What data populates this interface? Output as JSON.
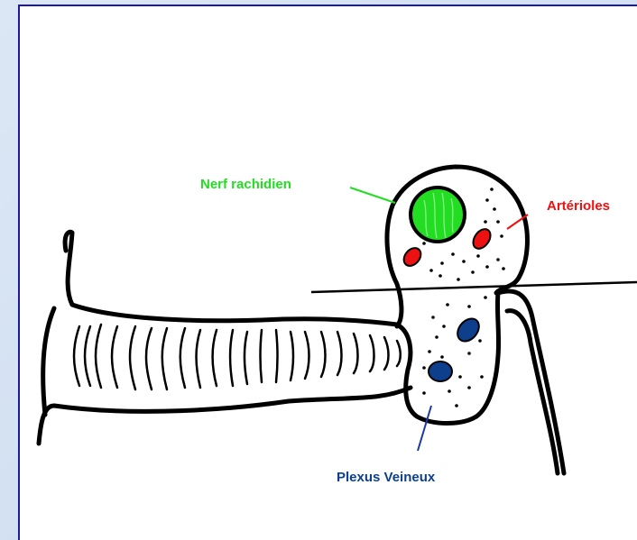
{
  "labels": {
    "nerve": "Nerf rachidien",
    "arterioles": "Artérioles",
    "venous_plexus": "Plexus Veineux"
  },
  "colors": {
    "frame_border": "#1a1aa8",
    "nerve": "#22dd22",
    "arterioles": "#ee1111",
    "venous_plexus": "#0d3f8c",
    "outline": "#000000"
  }
}
